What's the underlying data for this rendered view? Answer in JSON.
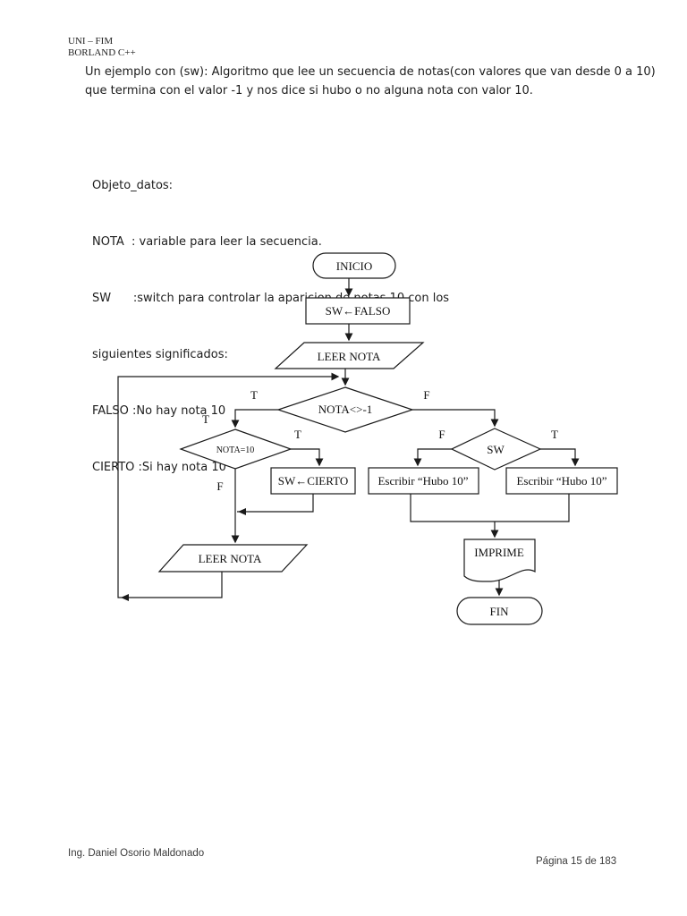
{
  "page": {
    "header_line1": "UNI – FIM",
    "header_line2": "BORLAND C++",
    "intro": "Un ejemplo con (sw): Algoritmo que lee un secuencia de notas(con valores que van desde 0 a 10) que termina con el valor -1 y nos dice si hubo o no alguna nota con valor 10.",
    "footer_left": "Ing. Daniel Osorio Maldonado",
    "footer_right": "Página 15 de 183"
  },
  "data_object": {
    "title": "Objeto_datos:",
    "lines": [
      "NOTA  : variable para leer la secuencia.",
      "SW      :switch para controlar la aparicion de notas 10 con los",
      "siguientes significados:",
      "FALSO :No hay nota 10",
      "CIERTO :Si hay nota 10"
    ]
  },
  "flowchart": {
    "nodes": {
      "inicio": "INICIO",
      "sw_falso": "SW←FALSO",
      "leer_nota_1": "LEER NOTA",
      "cond_nota": "NOTA<>-1",
      "cond_nota10": "NOTA=10",
      "sw_cierto": "SW←CIERTO",
      "cond_sw": "SW",
      "escribir_f": "Escribir “Hubo 10”",
      "escribir_t": "Escribir “Hubo 10”",
      "leer_nota_2": "LEER NOTA",
      "imprime": "IMPRIME",
      "fin": "FIN"
    },
    "labels": {
      "nota_t": "T",
      "nota_f": "F",
      "outer_t": "T",
      "nota10_t": "T",
      "nota10_f": "F",
      "sw_f": "F",
      "sw_t": "T"
    }
  }
}
